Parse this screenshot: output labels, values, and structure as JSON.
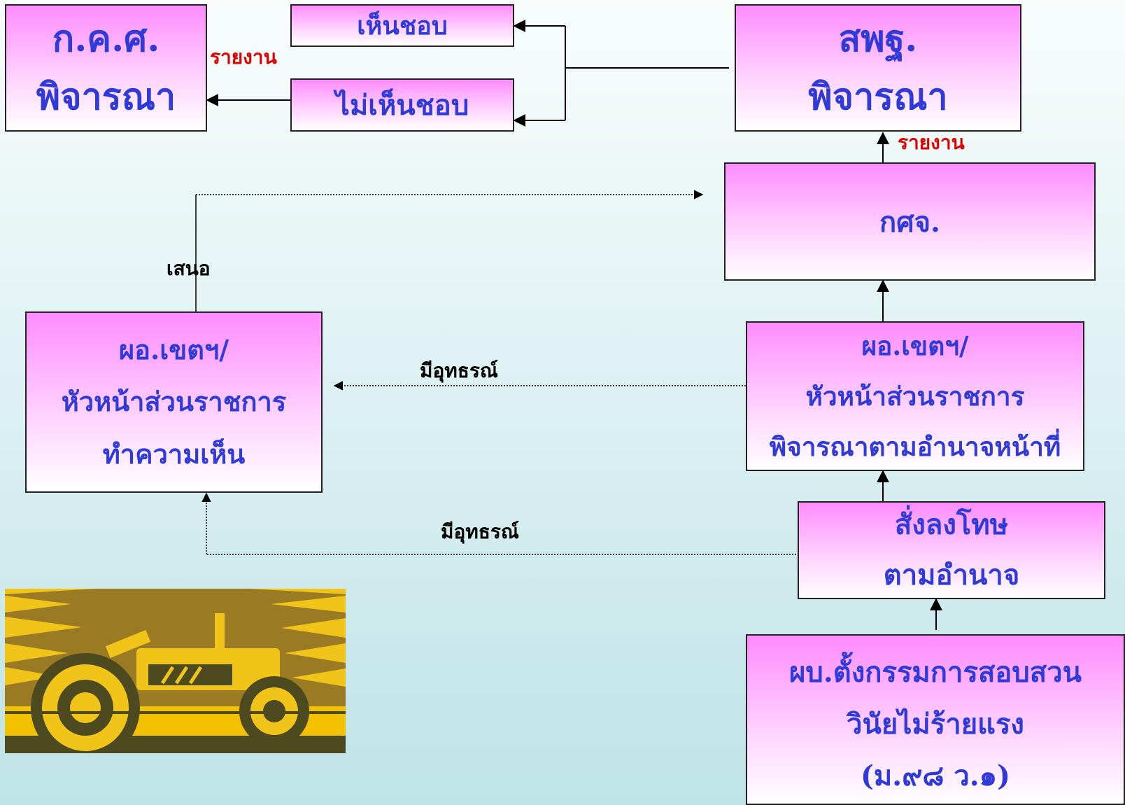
{
  "nodes": {
    "kks": {
      "lines": [
        "ก.ค.ศ.",
        "พิจารณา"
      ]
    },
    "approve": {
      "lines": [
        "เห็นชอบ"
      ]
    },
    "disapprove": {
      "lines": [
        "ไม่เห็นชอบ"
      ]
    },
    "spt": {
      "lines": [
        "สพฐ.",
        "พิจารณา"
      ]
    },
    "ksj": {
      "lines": [
        "กศจ."
      ]
    },
    "director_opinion": {
      "lines": [
        "ผอ.เขตฯ/",
        "หัวหน้าส่วนราชการ",
        "ทำความเห็น"
      ]
    },
    "director_authority": {
      "lines": [
        "ผอ.เขตฯ/",
        "หัวหน้าส่วนราชการ",
        "พิจารณาตามอำนาจหน้าที่"
      ]
    },
    "punish": {
      "lines": [
        "สั่งลงโทษ",
        "ตามอำนาจ"
      ]
    },
    "committee": {
      "lines": [
        "ผบ.ตั้งกรรมการสอบสวน",
        "วินัยไม่ร้ายแรง",
        "(ม.๙๘ ว.๑)"
      ]
    }
  },
  "labels": {
    "report_top": "รายงาน",
    "report_spt": "รายงาน",
    "propose": "เสนอ",
    "appeal_1": "มีอุทธรณ์",
    "appeal_2": "มีอุทธรณ์"
  },
  "colors": {
    "box_top": "#ff8cff",
    "box_text": "#2f3ad8",
    "label_red": "#e00000"
  },
  "icons": {
    "art": "tractor-clipart"
  }
}
